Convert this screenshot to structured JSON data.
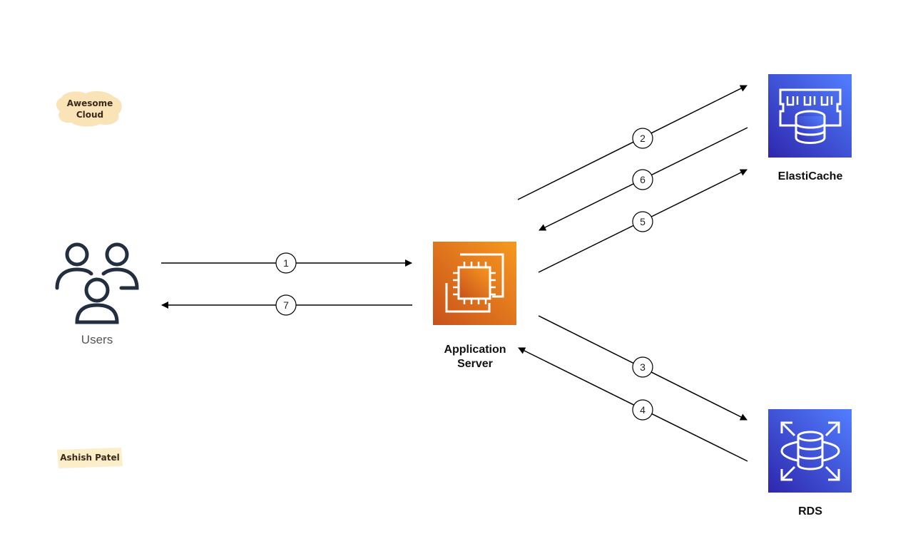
{
  "branding": {
    "logo_text": [
      "Awesome",
      "Cloud"
    ],
    "author": "Ashish Patel",
    "sticker_color": "#fbe3b8"
  },
  "nodes": {
    "users": {
      "label": "Users",
      "icon": "users-icon"
    },
    "app_server": {
      "label_lines": [
        "Application",
        "Server"
      ],
      "icon": "ec2-chip-icon",
      "color_top": "#f7931e",
      "color_bottom": "#d35400"
    },
    "elasticache": {
      "label": "ElastiCache",
      "icon": "elasticache-icon",
      "color": "#3b48cc"
    },
    "rds": {
      "label": "RDS",
      "icon": "rds-database-icon",
      "color": "#3b48cc"
    }
  },
  "steps": [
    "1",
    "2",
    "3",
    "4",
    "5",
    "6",
    "7"
  ]
}
